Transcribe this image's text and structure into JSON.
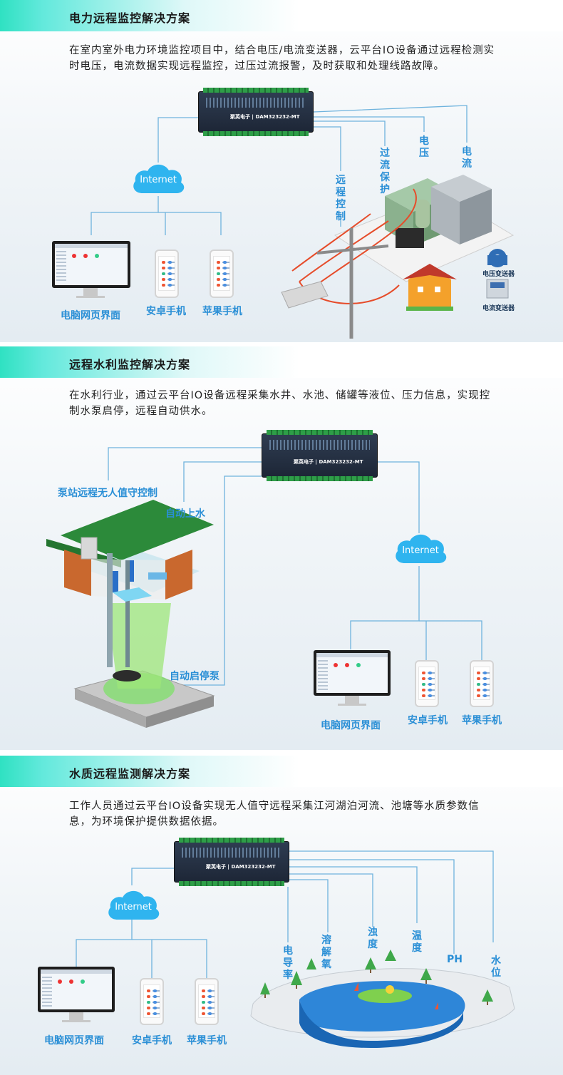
{
  "sections": [
    {
      "title": "电力远程监控解决方案",
      "description": "在室内室外电力环境监控项目中，结合电压/电流变送器，云平台IO设备通过远程检测实时电压，电流数据实现远程监控，过压过流报警，及时获取和处理线路故障。",
      "device_label": "DAM323232-MT",
      "brand": "聚英电子",
      "cloud": "Internet",
      "clients": [
        "电脑网页界面",
        "安卓手机",
        "苹果手机"
      ],
      "functions": [
        "远程控制",
        "过流保护",
        "电压",
        "电流"
      ],
      "sensors": [
        "电压变送器",
        "电流变送器"
      ]
    },
    {
      "title": "远程水利监控解决方案",
      "description": "在水利行业，通过云平台IO设备远程采集水井、水池、储罐等液位、压力信息，实现控制水泵启停，远程自动供水。",
      "device_label": "DAM323232-MT",
      "brand": "聚英电子",
      "cloud": "Internet",
      "clients": [
        "电脑网页界面",
        "安卓手机",
        "苹果手机"
      ],
      "functions": [
        "泵站远程无人值守控制",
        "自动上水",
        "自动启停泵"
      ]
    },
    {
      "title": "水质远程监测解决方案",
      "description": "工作人员通过云平台IO设备实现无人值守远程采集江河湖泊河流、池塘等水质参数信息，为环境保护提供数据依据。",
      "device_label": "DAM323232-MT",
      "brand": "聚英电子",
      "cloud": "Internet",
      "clients": [
        "电脑网页界面",
        "安卓手机",
        "苹果手机"
      ],
      "parameters": [
        "电导率",
        "溶解氧",
        "浊度",
        "温度",
        "PH",
        "水位"
      ]
    }
  ],
  "colors": {
    "accent_band": "#2fe1c2",
    "label_blue": "#2a8fd6",
    "line": "#6fb3dd",
    "cloud": "#2fb4ef"
  }
}
